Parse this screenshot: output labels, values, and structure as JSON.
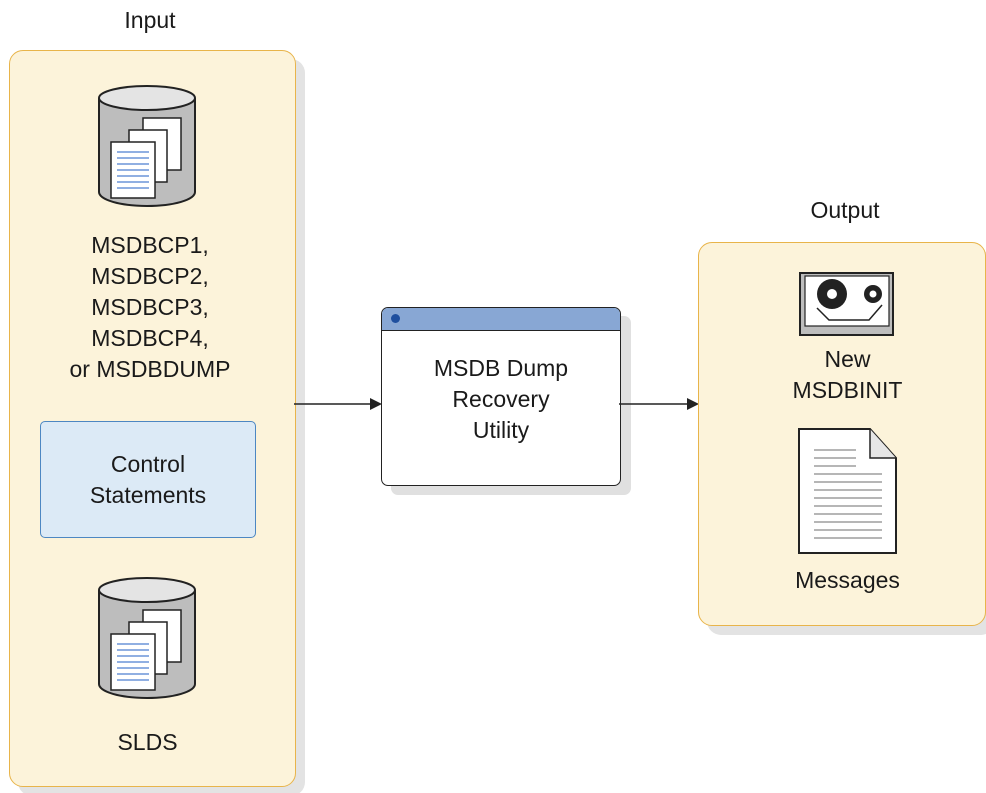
{
  "input": {
    "title": "Input",
    "dataset_lines": [
      "MSDBCP1,",
      "MSDBCP2,",
      "MSDBCP3,",
      "MSDBCP4,",
      "or MSDBDUMP"
    ],
    "control_statements": [
      "Control",
      "Statements"
    ],
    "slds_label": "SLDS"
  },
  "process": {
    "lines": [
      "MSDB Dump",
      "Recovery",
      "Utility"
    ]
  },
  "output": {
    "title": "Output",
    "msdbinit_lines": [
      "New",
      "MSDBINIT"
    ],
    "messages_label": "Messages"
  },
  "colors": {
    "panel_fill": "#fcf3da",
    "panel_border": "#e8b44a",
    "control_fill": "#dceaf6",
    "control_border": "#4d87c2",
    "titlebar": "#88a7d4"
  },
  "icons": {
    "dataset": "disk-stack-icon",
    "tape": "tape-reel-icon",
    "report": "document-icon"
  }
}
